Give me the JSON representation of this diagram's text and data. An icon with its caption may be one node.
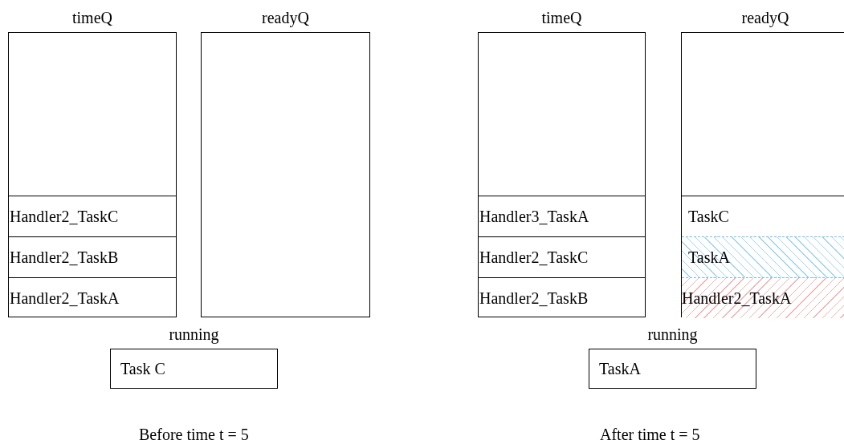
{
  "diagram": {
    "nodes": [
      {
        "text": [
          "timeQ"
        ]
      },
      {
        "text": [
          "Handler2_TaskC"
        ],
        "in": 0
      },
      {
        "text": [
          "Handler2_TaskB"
        ],
        "in": 0
      },
      {
        "text": [
          "Handler2_TaskA"
        ],
        "in": 0
      },
      {
        "text": [
          "readyQ"
        ]
      },
      {
        "text": [
          "running",
          "Task C"
        ]
      },
      {
        "text": [
          "timeQ"
        ]
      },
      {
        "text": [
          "Handler3_TaskA"
        ],
        "in": 6
      },
      {
        "text": [
          "Handler2_TaskC"
        ],
        "in": 6
      },
      {
        "text": [
          "Handler2_TaskB"
        ],
        "in": 6
      },
      {
        "text": [
          "readyQ"
        ]
      },
      {
        "text": [
          "TaskC"
        ],
        "in": 10
      },
      {
        "text": [
          "TaskA"
        ],
        "in": 10
      },
      {
        "text": [
          "Handler2_TaskA"
        ],
        "in": 10
      },
      {
        "text": [
          "running",
          "TaskA"
        ]
      }
    ],
    "labels": [
      "Before time t = 5",
      "After time t = 5"
    ]
  }
}
